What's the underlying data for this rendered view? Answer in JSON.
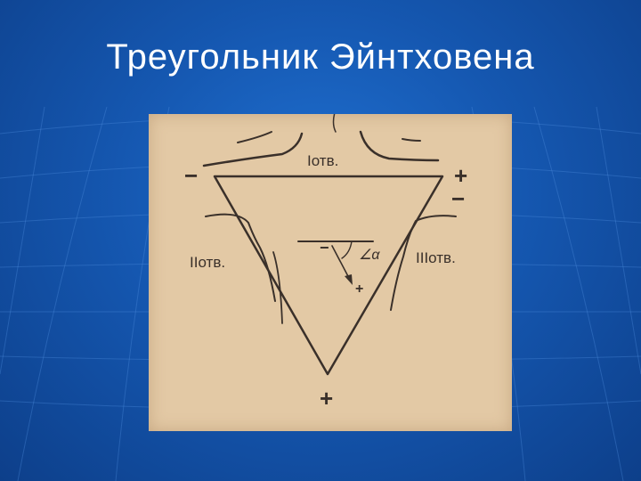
{
  "slide": {
    "title": "Треугольник Эйнтховена"
  },
  "diagram": {
    "lead_I_label": "Iотв.",
    "lead_II_label": "IIотв.",
    "lead_III_label": "IIIотв.",
    "top_left_sign": "−",
    "top_right_plus_sign": "+",
    "top_right_minus_sign": "−",
    "bottom_sign": "+",
    "axis_minus_sign": "−",
    "axis_plus_sign": "+",
    "angle_label": "∠α"
  },
  "colors": {
    "background": "#1557b0",
    "paper": "#e3c9a5",
    "ink": "#3a302a",
    "title": "#ffffff"
  }
}
